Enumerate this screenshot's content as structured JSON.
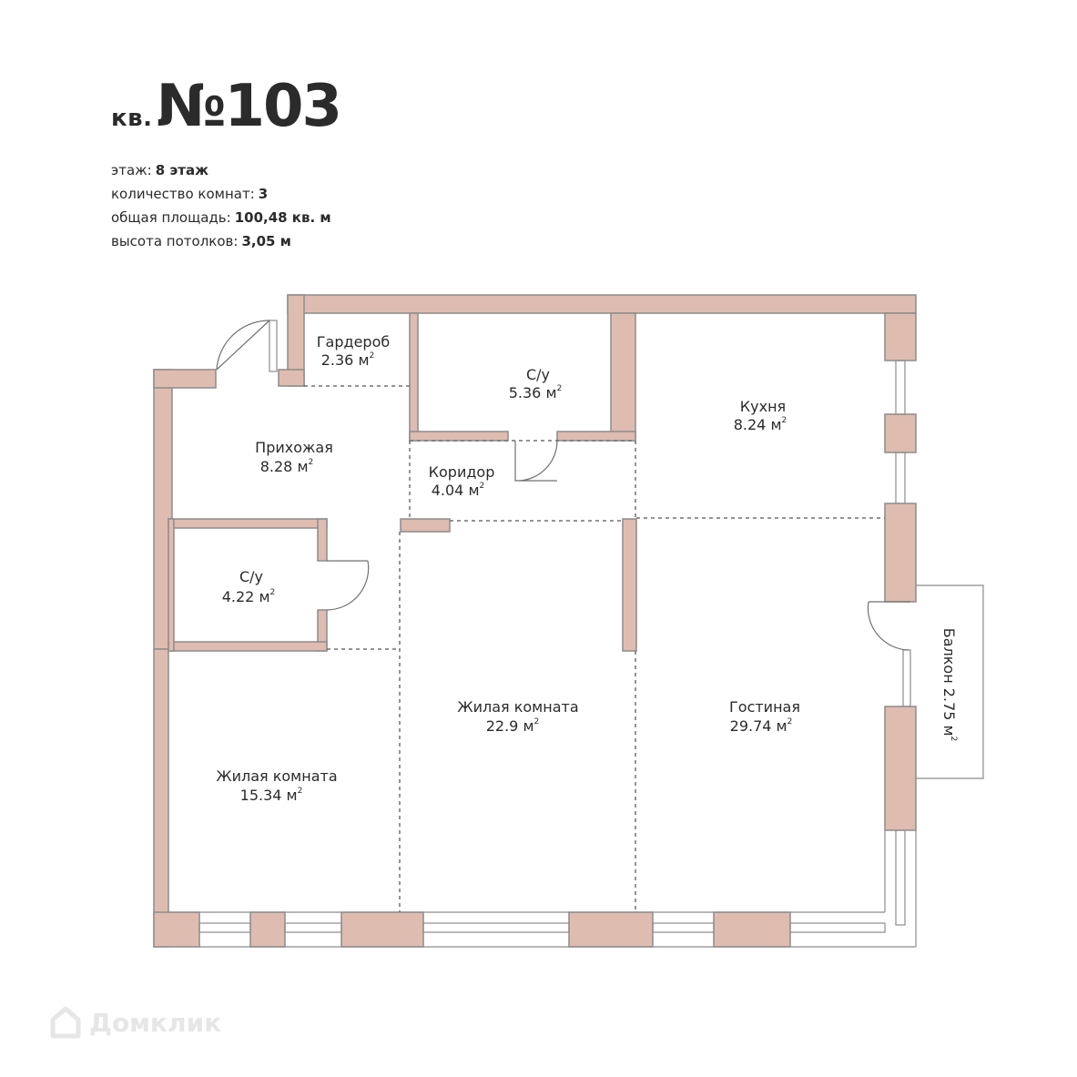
{
  "header": {
    "prefix": "кв.",
    "number": "№103"
  },
  "specs": [
    {
      "label": "этаж:",
      "value": "8 этаж"
    },
    {
      "label": "количество комнат:",
      "value": "3"
    },
    {
      "label": "общая площадь:",
      "value": "100,48 кв. м"
    },
    {
      "label": "высота потолков:",
      "value": "3,05 м"
    }
  ],
  "rooms": {
    "wardrobe": {
      "name": "Гардероб",
      "area": "2.36 м",
      "sup": "2"
    },
    "bath1": {
      "name": "С/у",
      "area": "5.36 м",
      "sup": "2"
    },
    "kitchen": {
      "name": "Кухня",
      "area": "8.24 м",
      "sup": "2"
    },
    "hall": {
      "name": "Прихожая",
      "area": "8.28 м",
      "sup": "2"
    },
    "corridor": {
      "name": "Коридор",
      "area": "4.04 м",
      "sup": "2"
    },
    "bath2": {
      "name": "С/у",
      "area": "4.22 м",
      "sup": "2"
    },
    "bedroom1": {
      "name": "Жилая комната",
      "area": "22.9 м",
      "sup": "2"
    },
    "living": {
      "name": "Гостиная",
      "area": "29.74 м",
      "sup": "2"
    },
    "bedroom2": {
      "name": "Жилая комната",
      "area": "15.34 м",
      "sup": "2"
    },
    "balcony": {
      "name": "Балкон 2.75 м",
      "sup": "2"
    }
  },
  "watermark": "Домклик",
  "colors": {
    "wall_fill": "#dfbcb0",
    "wall_stroke": "#8c8c8c",
    "text": "#2b2b2b",
    "watermark": "#e6e6e6"
  }
}
